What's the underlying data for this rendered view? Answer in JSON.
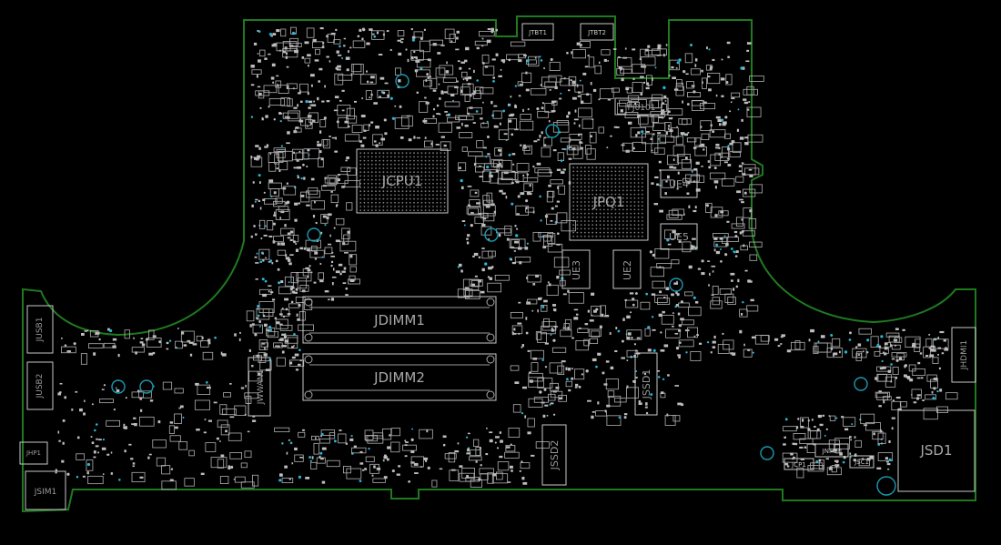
{
  "board": {
    "colors": {
      "outline": "#1f7a1f",
      "silkscreen": "#c8c8c8",
      "holes": "#1c9ab0",
      "background": "#000000"
    },
    "components": [
      {
        "id": "jcpu1",
        "label": "JCPU1"
      },
      {
        "id": "jpq1",
        "label": "JPQ1"
      },
      {
        "id": "jdimm1",
        "label": "JDIMM1"
      },
      {
        "id": "jdimm2",
        "label": "JDIMM2"
      },
      {
        "id": "jssd1",
        "label": "JSSD1"
      },
      {
        "id": "jssd2",
        "label": "JSSD2"
      },
      {
        "id": "jsd1",
        "label": "JSD1"
      },
      {
        "id": "jsim1",
        "label": "JSIM1"
      },
      {
        "id": "jhp1",
        "label": "JHP1"
      },
      {
        "id": "jusb1",
        "label": "JUSB1"
      },
      {
        "id": "jusb2",
        "label": "JUSB2"
      },
      {
        "id": "jwwan1",
        "label": "JWWAN1"
      },
      {
        "id": "jhdmi1",
        "label": "JHDMI1"
      },
      {
        "id": "jtbt1",
        "label": "JTBT1"
      },
      {
        "id": "jtbt2",
        "label": "JTBT2"
      },
      {
        "id": "pj0101",
        "label": "PJ0101"
      },
      {
        "id": "ue4",
        "label": "UE4"
      },
      {
        "id": "ue5",
        "label": "UE5"
      },
      {
        "id": "ue3",
        "label": "UE3"
      },
      {
        "id": "ue2",
        "label": "UE2"
      },
      {
        "id": "jnfc1",
        "label": "JNFC1"
      },
      {
        "id": "jcp1",
        "label": "JCP1"
      },
      {
        "id": "jsc1",
        "label": "JSC1"
      }
    ]
  }
}
